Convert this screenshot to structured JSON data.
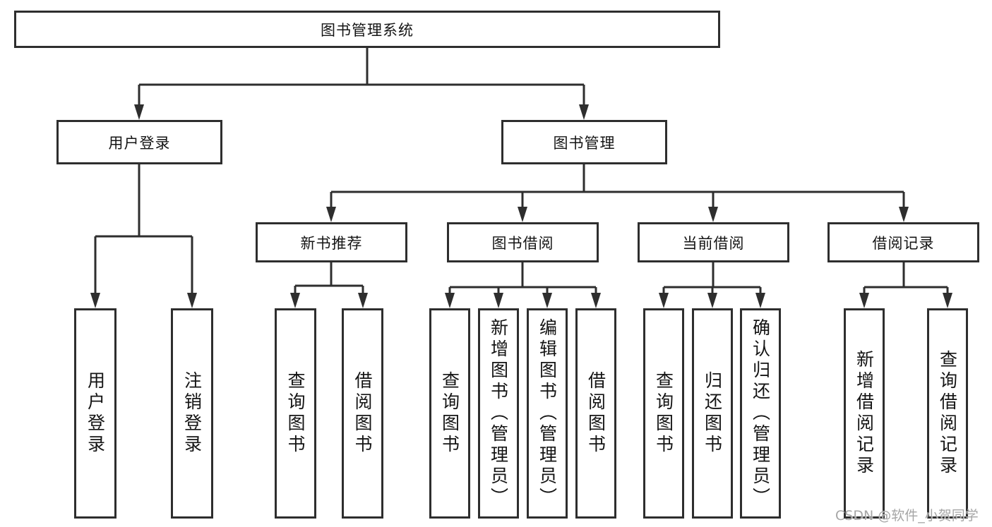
{
  "diagram": {
    "root": {
      "label": "图书管理系统"
    },
    "branches": [
      {
        "label": "用户登录",
        "leaves": [
          "用户登录",
          "注销登录"
        ]
      },
      {
        "label": "图书管理",
        "groups": [
          {
            "label": "新书推荐",
            "leaves": [
              "查询图书",
              "借阅图书"
            ]
          },
          {
            "label": "图书借阅",
            "leaves": [
              "查询图书",
              "新增图书（管理员）",
              "编辑图书（管理员）",
              "借阅图书"
            ]
          },
          {
            "label": "当前借阅",
            "leaves": [
              "查询图书",
              "归还图书",
              "确认归还（管理员）"
            ]
          },
          {
            "label": "借阅记录",
            "leaves": [
              "新增借阅记录",
              "查询借阅记录"
            ]
          }
        ]
      }
    ]
  },
  "watermark": "CSDN @软件_小贺同学",
  "colors": {
    "line": "#2e2e2e",
    "box_border": "#2e2e2e",
    "text": "#141414",
    "watermark": "#a6a6a6",
    "background": "#ffffff"
  }
}
